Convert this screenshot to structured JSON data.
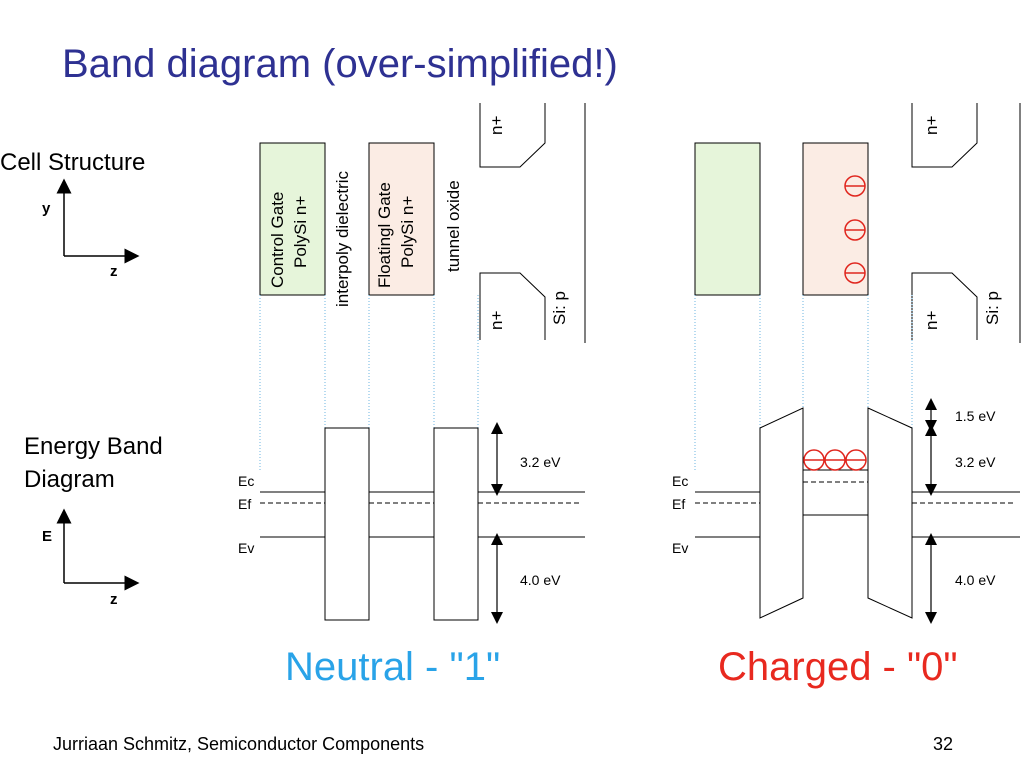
{
  "slide": {
    "title": "Band diagram (over-simplified!)",
    "footer": "Jurriaan Schmitz, Semiconductor Components",
    "page_number": "32"
  },
  "cell_structure": {
    "heading": "Cell Structure",
    "axis_y": "y",
    "axis_z": "z",
    "labels": {
      "control_gate": "Control Gate",
      "control_gate_material": "PolySi n+",
      "interpoly_dielectric": "interpoly dielectric",
      "floating_gate": "Floatingl Gate",
      "floating_gate_material": "PolySi n+",
      "tunnel_oxide": "tunnel oxide",
      "n_plus": "n+",
      "si_p": "Si: p"
    }
  },
  "energy_band": {
    "heading_line1": "Energy Band",
    "heading_line2": "Diagram",
    "axis_e": "E",
    "axis_z": "z",
    "levels": {
      "ec": "Ec",
      "ef": "Ef",
      "ev": "Ev"
    },
    "gaps": {
      "barrier_cb": "3.2 eV",
      "barrier_vb": "4.0 eV",
      "raise": "1.5 eV"
    }
  },
  "states": {
    "neutral": {
      "label": "Neutral - \"1\"",
      "color": "#29a3e8"
    },
    "charged": {
      "label": "Charged - \"0\"",
      "color": "#e8291f"
    }
  },
  "colors": {
    "title": "#2e3192",
    "control_gate_fill": "#e6f5da",
    "floating_gate_fill": "#fbece4",
    "electron": "#e0261e",
    "guide": "#6cb6e0"
  }
}
